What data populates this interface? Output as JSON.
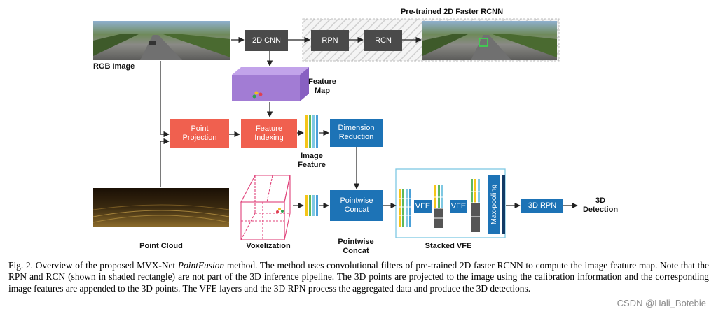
{
  "labels": {
    "rgb_image": "RGB Image",
    "pretrained": "Pre-trained 2D Faster RCNN",
    "feature_map": [
      "Feature",
      "Map"
    ],
    "image_feature": [
      "Image",
      "Feature"
    ],
    "point_cloud": "Point Cloud",
    "voxelization": "Voxelization",
    "pointwise_concat_label": [
      "Pointwise",
      "Concat"
    ],
    "stacked_vfe": "Stacked VFE",
    "detection": [
      "3D",
      "Detection"
    ]
  },
  "boxes": {
    "cnn": "2D CNN",
    "rpn": "RPN",
    "rcn": "RCN",
    "point_projection": [
      "Point",
      "Projection"
    ],
    "feature_indexing": [
      "Feature",
      "Indexing"
    ],
    "dimension_reduction": [
      "Dimension",
      "Reduction"
    ],
    "pointwise_concat": [
      "Pointwise",
      "Concat"
    ],
    "vfe1": "VFE",
    "vfe2": "VFE",
    "max_pooling": "Max-pooling",
    "rpn3d": "3D RPN"
  },
  "caption": {
    "prefix": "Fig. 2.   Overview of the proposed MVX-Net ",
    "method": "PointFusion",
    "rest": " method. The method uses convolutional filters of pre-trained 2D faster RCNN to compute the image feature map. Note that the RPN and RCN (shown in shaded rectangle) are not part of the 3D inference pipeline. The 3D points are projected to the image using the calibration information and the corresponding image features are appended to the 3D points. The VFE layers and the 3D RPN process the aggregated data and produce the 3D detections."
  },
  "watermark": "CSDN @Hali_Botebie",
  "colors": {
    "dark_box": "#4a4a4a",
    "red_box": "#f0604f",
    "blue_box": "#1d73b6",
    "feature_map": "#a27cd4",
    "voxel": "#e0427a"
  }
}
